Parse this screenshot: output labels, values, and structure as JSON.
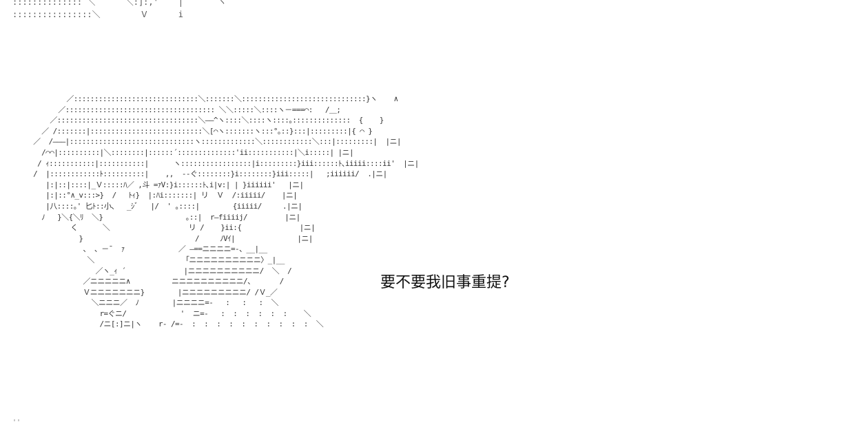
{
  "top_art": ":::::::::::::: ＼      ＼:]:,'    |       ヽ\n::::::::::::::::＼        Ｖ      i",
  "main_art": "              ／::::::::::::::::::::::::::::::＼:::::::＼::::::::::::::::::::::::::::::}ヽ    ∧\n            ／:::::::::::::::::::::::::::::::::::: ＼＼:::::＼::::ヽ－===⌒:   /＿;\n          ／::::::::::::::::::::::::::::::::::＼――^ヽ::::＼::::ヽ::::｡::::::::::::::  {    }\n        ／ /:::::::|:::::::::::::::::::::::::::＼[⌒ヽ:::::::ヽ:::°｡::}:::|:::::::::|{ ⌒ }\n      ／  /―――|::::::::::::::::::::::::::::::ヽ:::::::::::::＼::::::::::::＼:::|:::::::::|  |ニ|\n        /⌒⌒|::::::::::|＼::::::::|::::::´::::::::::::::'ii:::::::::::|＼i:::::| |ニ|\n       / ｨ:::::::::::|:::::::::::|      ヽ:::::::::::::::::|i:::::::::}iii::::::ﾄ､iiiii::::ii'  |ニ|\n      /  |::::::::::::ﾄ::::::::::|    ,,  --ぐ::::::::}i::::::::}iii:::::|   ;iiiiii/  .|ニ|\n         |:|::|::::|_Ｖ:::::ﾊ／ ,斗 =ｧV:}i::::::ﾄ､i|v:| | }iiiiii'   |ニ|\n         |:|::°∧_v:::>}  /   ﾄｨ}  |:ﾊi:::::::| リ  Ｖ  /:iiiii/    |ニ|\n         |八::::｡' 匕ﾄ::小、  _ｼﾞ   |/  ' ｡::::|        {iiiii/     .|ニ|\n        ﾉ   }＼{＼ﾘ  ＼}                    ｡::|  r―fiiiij/         |ニ|\n               く      ＼                   リ /    }ii:{              |ニ|\n                 }                           /     ﾉVｲ|               |ニ|\n                  、 、－¯  ｧ             ／ ―==ニニニニ=-、__|__\n                   ＼                      ｢ニニニニニニニニニニ〉_|__\n                     ／ヽ_ｨ ´              |ニニニニニニニニニニ/  ＼  /\n                  ／ニニニニニ∧          ニニニニニニニニニニ/、      /\n                  Ｖニニニニニニニ}        |ニニニニニニニニニ/ /Ｖ_／\n                    ＼ニニニ／  ﾉ        |ニニニニ=-   :   :   :  ＼\n                      r=ぐニ/             '  ニ=-   :  :  :  :  :  :    ＼\n                      /ニ[:]ニ|ヽ    r- /=-  :  :  :  :  :  :  :  :  :  :  ＼",
  "caption": "要不要我旧事重提?",
  "bottom_art": "''"
}
